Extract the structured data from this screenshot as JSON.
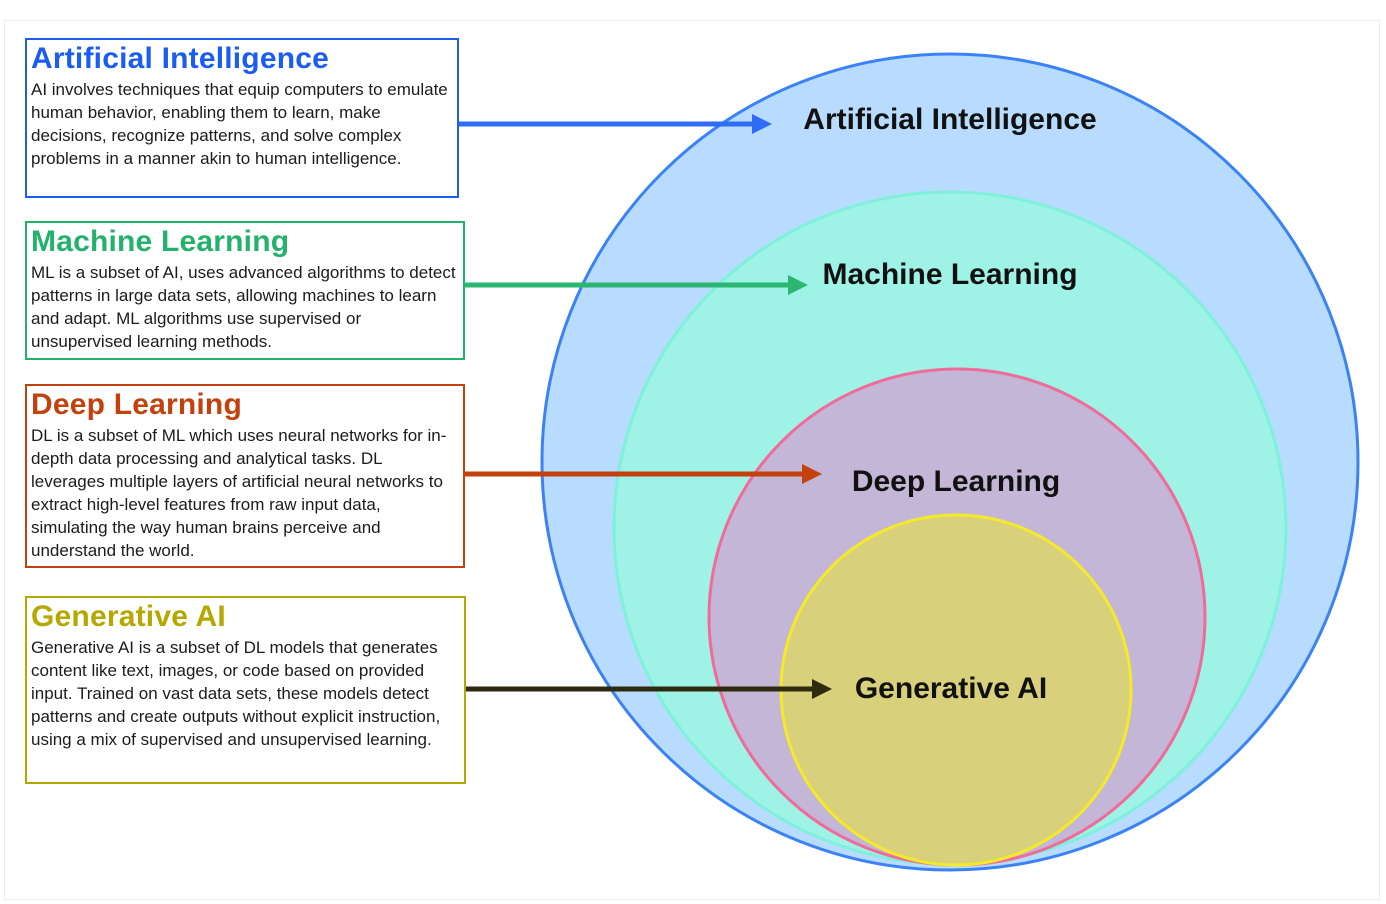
{
  "cards": [
    {
      "title": "Artificial Intelligence",
      "body": "AI involves techniques that equip computers to emulate human behavior, enabling them to learn, make decisions, recognize patterns, and solve complex problems in a manner akin to human intelligence.",
      "color": "#1a5df0"
    },
    {
      "title": "Machine Learning",
      "body": "ML is a subset of AI, uses advanced algorithms to detect patterns in large data sets, allowing machines to learn and adapt. ML algorithms use supervised or unsupervised learning methods.",
      "color": "#23b26b"
    },
    {
      "title": "Deep Learning",
      "body": "DL is a subset of ML which uses neural networks for in-depth data processing and analytical tasks. DL leverages multiple layers of artificial neural networks to extract high-level features from raw input data, simulating the way human brains perceive and understand the world.",
      "color": "#c2410c"
    },
    {
      "title": "Generative AI",
      "body": "Generative AI is a subset of DL models that generates content like text, images, or code based on provided input. Trained on vast data sets, these models detect patterns and create outputs without explicit instruction, using a mix of supervised and unsupervised learning.",
      "color": "#b5a800"
    }
  ],
  "circles": {
    "ai": {
      "label": "Artificial Intelligence",
      "fill": "#b7dcff",
      "stroke": "#3b82f6"
    },
    "ml": {
      "label": "Machine Learning",
      "fill": "#9ff3e6",
      "stroke": "#7ff0d9"
    },
    "dl": {
      "label": "Deep Learning",
      "fill": "#c4b6d6",
      "stroke": "#f06a9a"
    },
    "gen": {
      "label": "Generative AI",
      "fill": "#d8d07a",
      "stroke": "#f5ea2a"
    }
  },
  "arrows": {
    "ai": "#2f6df6",
    "ml": "#2bb673",
    "dl": "#c2410c",
    "gen": "#2d2a10"
  }
}
